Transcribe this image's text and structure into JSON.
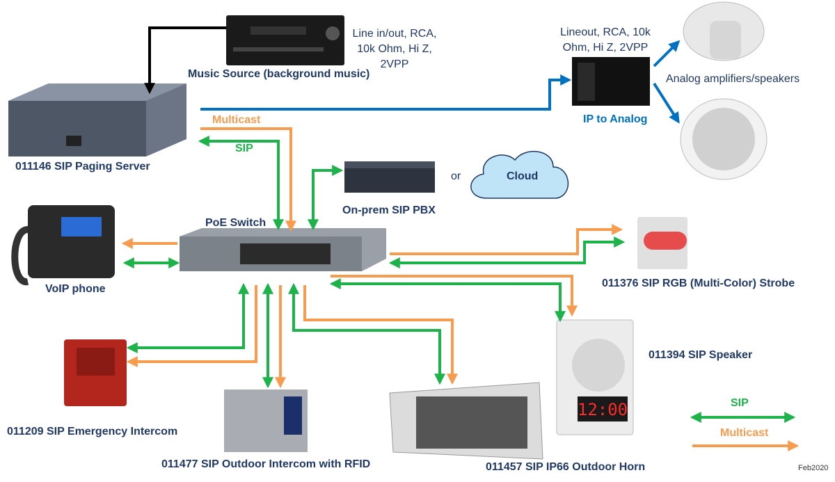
{
  "colors": {
    "sip": "#1db34a",
    "multicast": "#f79c4f",
    "analog": "#0070c0",
    "text": "#1f3864",
    "audio": "#000000"
  },
  "music": {
    "spec": "Line in/out, RCA, 10k Ohm, Hi Z, 2VPP",
    "label": "Music Source (background music)"
  },
  "ip_analog": {
    "spec": "Lineout, RCA, 10k Ohm, Hi Z,  2VPP",
    "label": "IP to Analog"
  },
  "analog_speakers": {
    "label": "Analog amplifiers/speakers"
  },
  "paging_server": {
    "label": "011146 SIP Paging Server",
    "multicast": "Multicast",
    "sip": "SIP"
  },
  "pbx": {
    "label": "On-prem SIP PBX",
    "or": "or",
    "cloud": "Cloud"
  },
  "switch": {
    "label": "PoE Switch"
  },
  "phone": {
    "label": "VoIP phone"
  },
  "strobe": {
    "label": "011376 SIP RGB (Multi-Color) Strobe"
  },
  "speaker": {
    "label": "011394 SIP Speaker",
    "clock": "12:00"
  },
  "emergency": {
    "label": "011209 SIP Emergency Intercom"
  },
  "outdoor_intercom": {
    "label": "011477 SIP Outdoor Intercom with RFID"
  },
  "horn": {
    "label": "011457 SIP IP66 Outdoor Horn"
  },
  "legend": {
    "sip": "SIP",
    "multicast": "Multicast"
  },
  "footer": {
    "date": "Feb2020"
  }
}
